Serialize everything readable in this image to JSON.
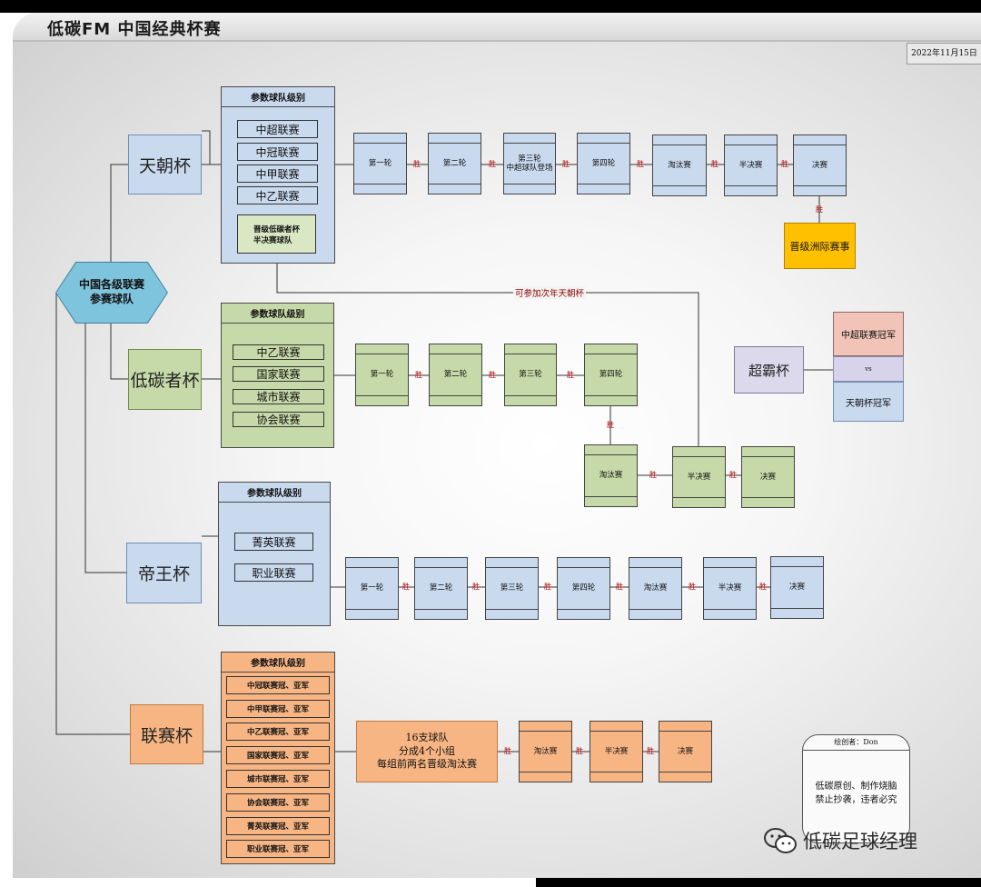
{
  "title": "低碳FM 中国经典杯赛",
  "date": "2022年11月15日",
  "root": {
    "label": "中国各级联赛\n参赛球队"
  },
  "tier_header": "参数球队级别",
  "win_label": "胜",
  "cups": {
    "tianchao": {
      "name": "天朝杯",
      "tiers": [
        "中超联赛",
        "中冠联赛",
        "中甲联赛",
        "中乙联赛"
      ],
      "qualifier": "晋级低碳者杯\n半决赛球队",
      "stages": [
        "第一轮",
        "第二轮",
        "第三轮\n中超球队登场",
        "第四轮",
        "淘汰赛",
        "半决赛",
        "决赛"
      ],
      "outcome": "晋级洲际赛事"
    },
    "ditan": {
      "name": "低碳者杯",
      "tiers": [
        "中乙联赛",
        "国家联赛",
        "城市联赛",
        "协会联赛"
      ],
      "stages": [
        "第一轮",
        "第二轮",
        "第三轮",
        "第四轮"
      ],
      "knockout": [
        "淘汰赛",
        "半决赛",
        "决赛"
      ],
      "note": "可参加次年天朝杯"
    },
    "diwang": {
      "name": "帝王杯",
      "tiers": [
        "菁英联赛",
        "职业联赛"
      ],
      "stages": [
        "第一轮",
        "第二轮",
        "第三轮",
        "第四轮",
        "淘汰赛",
        "半决赛",
        "决赛"
      ]
    },
    "liansai": {
      "name": "联赛杯",
      "tiers": [
        "中冠联赛冠、亚军",
        "中甲联赛冠、亚军",
        "中乙联赛冠、亚军",
        "国家联赛冠、亚军",
        "城市联赛冠、亚军",
        "协会联赛冠、亚军",
        "菁英联赛冠、亚军",
        "职业联赛冠、亚军"
      ],
      "group": "16支球队\n分成4个小组\n每组前两名晋级淘汰赛",
      "stages": [
        "淘汰赛",
        "半决赛",
        "决赛"
      ]
    },
    "chaoba": {
      "name": "超霸杯",
      "top": "中超联赛冠军",
      "vs": "vs",
      "bottom": "天朝杯冠军"
    }
  },
  "credit": {
    "head": "绘创者：Don",
    "body": "低碳原创、制作烧脑\n禁止抄袭，违者必究"
  },
  "watermark": "低碳足球经理",
  "colors": {
    "blue": "#c9d9ee",
    "green": "#c6d9a8",
    "orange": "#f7b584",
    "gold": "#ffc000",
    "hex": "#7fc4dd"
  }
}
